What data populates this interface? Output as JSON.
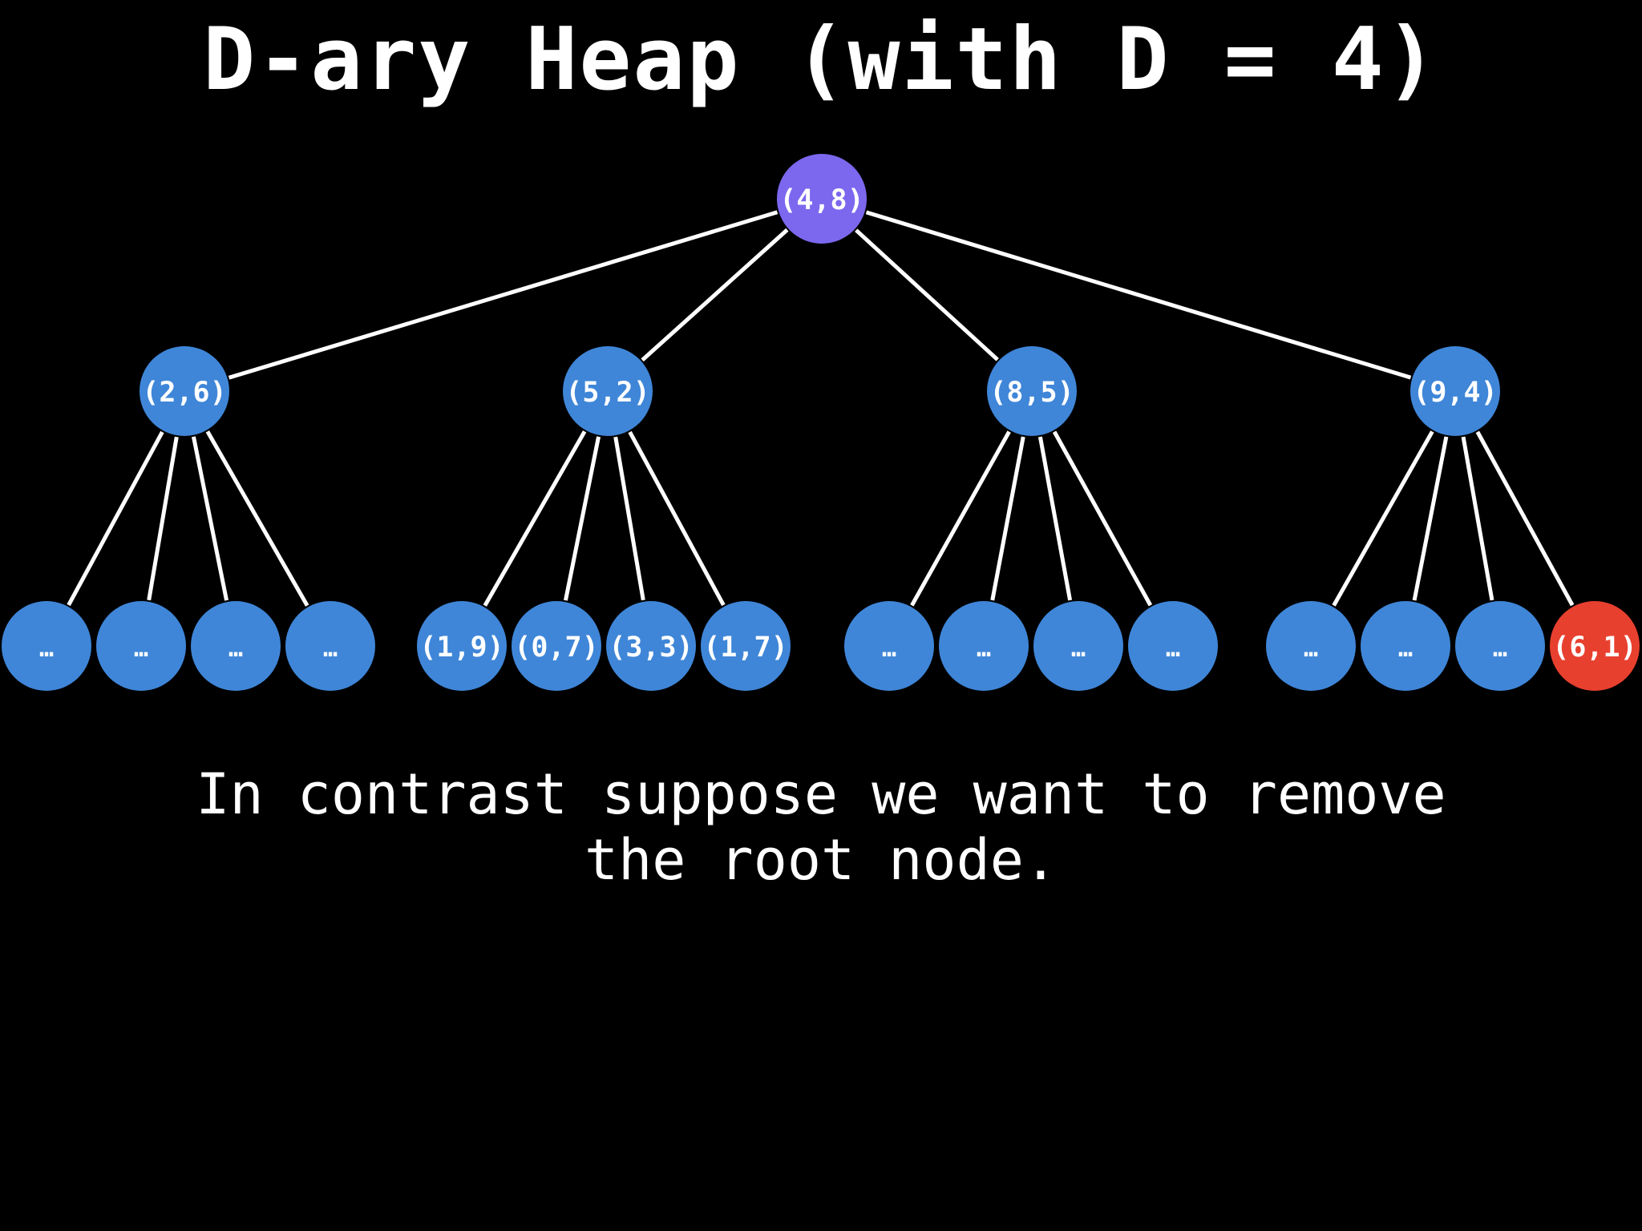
{
  "title": "D-ary Heap (with D = 4)",
  "caption": {
    "line1": "In contrast suppose we want to remove",
    "line2": "the root node."
  },
  "colors": {
    "background": "#000000",
    "node": "#3f86d8",
    "root": "#7b68ee",
    "highlight": "#e8402f",
    "edge": "#ffffff",
    "text": "#ffffff"
  },
  "tree": {
    "root": {
      "label": "(4,8)",
      "state": "root"
    },
    "level1": [
      {
        "label": "(2,6)",
        "state": "normal"
      },
      {
        "label": "(5,2)",
        "state": "normal"
      },
      {
        "label": "(8,5)",
        "state": "normal"
      },
      {
        "label": "(9,4)",
        "state": "normal"
      }
    ],
    "level2": [
      [
        {
          "label": "…",
          "state": "normal"
        },
        {
          "label": "…",
          "state": "normal"
        },
        {
          "label": "…",
          "state": "normal"
        },
        {
          "label": "…",
          "state": "normal"
        }
      ],
      [
        {
          "label": "(1,9)",
          "state": "normal"
        },
        {
          "label": "(0,7)",
          "state": "normal"
        },
        {
          "label": "(3,3)",
          "state": "normal"
        },
        {
          "label": "(1,7)",
          "state": "normal"
        }
      ],
      [
        {
          "label": "…",
          "state": "normal"
        },
        {
          "label": "…",
          "state": "normal"
        },
        {
          "label": "…",
          "state": "normal"
        },
        {
          "label": "…",
          "state": "normal"
        }
      ],
      [
        {
          "label": "…",
          "state": "normal"
        },
        {
          "label": "…",
          "state": "normal"
        },
        {
          "label": "…",
          "state": "normal"
        },
        {
          "label": "(6,1)",
          "state": "highlight"
        }
      ]
    ]
  }
}
